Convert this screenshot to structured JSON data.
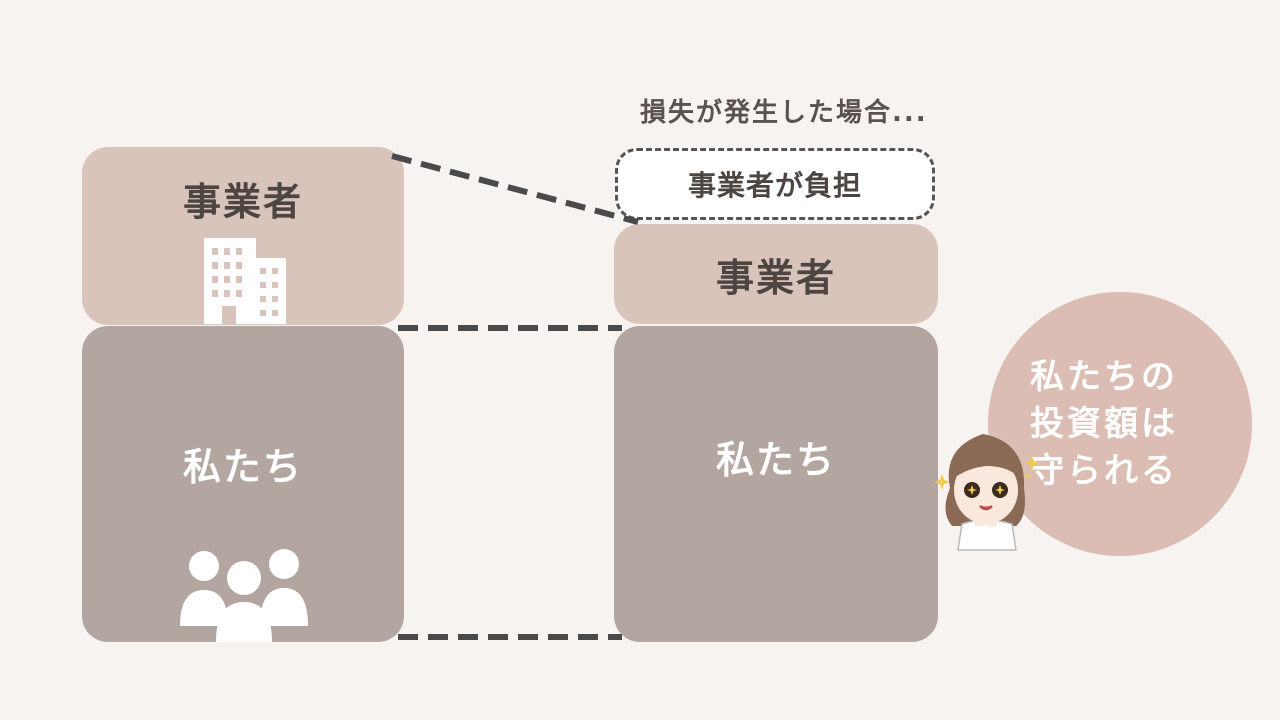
{
  "heading": "損失が発生した場合...",
  "burden_label": "事業者が負担",
  "left": {
    "business_label": "事業者",
    "we_label": "私たち"
  },
  "right": {
    "business_label": "事業者",
    "we_label": "私たち"
  },
  "callout": {
    "lines": [
      "私たちの",
      "投資額は",
      "守られる"
    ]
  },
  "colors": {
    "business": "#d8c4bb",
    "we": "#b3a6a1",
    "callout": "#dbbdb3",
    "background": "#f6f3f0",
    "dash": "#4a4a4a"
  },
  "icons": [
    "building-icon",
    "people-icon",
    "girl-character-icon",
    "sparkle-icon"
  ]
}
